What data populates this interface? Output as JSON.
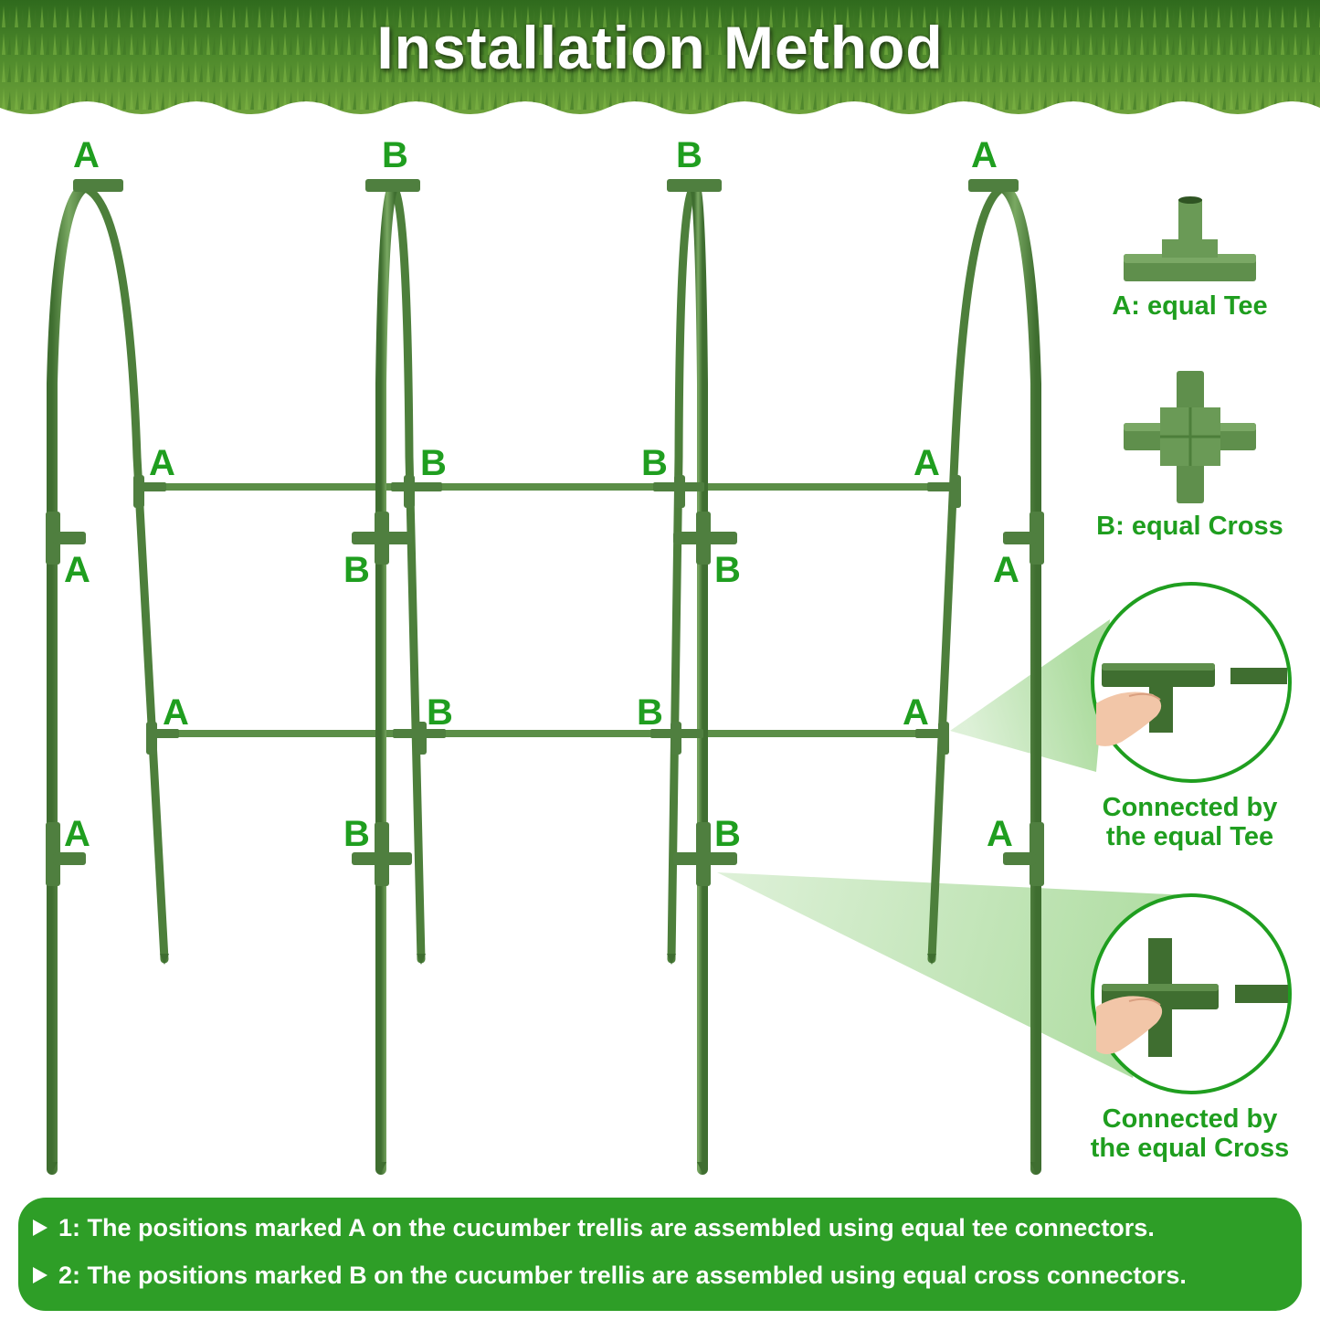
{
  "header": {
    "title": "Installation Method"
  },
  "trellis": {
    "labels": {
      "top": [
        "A",
        "B",
        "B",
        "A"
      ],
      "tier1_back": [
        "A",
        "B",
        "B",
        "A"
      ],
      "tier1_front": [
        "A",
        "B",
        "B",
        "A"
      ],
      "tier2_back": [
        "A",
        "B",
        "B",
        "A"
      ],
      "tier2_front": [
        "A",
        "B",
        "B",
        "A"
      ]
    }
  },
  "legend": {
    "tee_label": "A: equal Tee",
    "cross_label": "B: equal Cross",
    "tee_detail": [
      "Connected by",
      "the equal Tee"
    ],
    "cross_detail": [
      "Connected by",
      "the equal Cross"
    ]
  },
  "notes": [
    "1: The positions marked A on the cucumber trellis are assembled using equal tee connectors.",
    "2: The positions marked B on the cucumber trellis are assembled using equal cross connectors."
  ],
  "colors": {
    "pole": "#5b8e47",
    "connector": "#4f7f3f",
    "label": "#1f9e1f",
    "note_bg": "#2e9e27",
    "grass": "#4f8a2c"
  }
}
